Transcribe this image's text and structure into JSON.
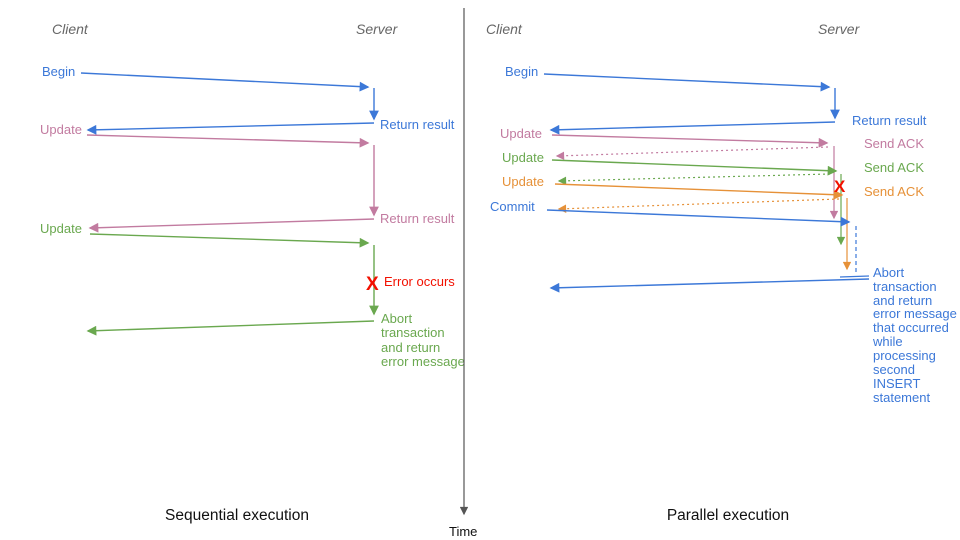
{
  "colors": {
    "blue": "#3c78d8",
    "pink": "#c27ba0",
    "green": "#6aa84f",
    "orange": "#e69138",
    "red": "#f21000",
    "axis": "#555555",
    "header": "#666666",
    "title": "#111111"
  },
  "time_axis": {
    "label": "Time"
  },
  "left": {
    "title": "Sequential execution",
    "client_header": "Client",
    "server_header": "Server",
    "begin_label": "Begin",
    "return_result_1": "Return result",
    "update_1": "Update",
    "return_result_2": "Return result",
    "update_2": "Update",
    "error_marker": "X",
    "error_label": "Error occurs",
    "abort_lines": [
      "Abort",
      "transaction",
      "and return",
      "error message"
    ]
  },
  "right": {
    "title": "Parallel execution",
    "client_header": "Client",
    "server_header": "Server",
    "begin_label": "Begin",
    "return_result": "Return result",
    "update_1": "Update",
    "send_ack_1": "Send ACK",
    "update_2": "Update",
    "send_ack_2": "Send ACK",
    "update_3": "Update",
    "send_ack_3": "Send ACK",
    "commit_label": "Commit",
    "error_marker": "X",
    "abort_lines": [
      "Abort",
      "transaction",
      "and return",
      "error message",
      "that occurred",
      "while",
      "processing",
      "second",
      "INSERT",
      "statement"
    ]
  }
}
